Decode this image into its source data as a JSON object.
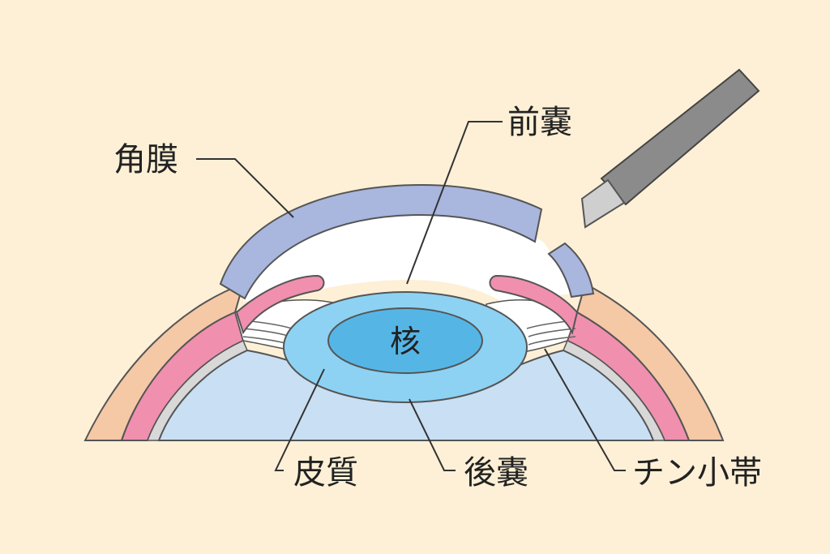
{
  "labels": {
    "cornea": "角膜",
    "anterior_capsule": "前嚢",
    "nucleus": "核",
    "cortex": "皮質",
    "posterior_capsule": "後嚢",
    "zonule": "チン小帯"
  },
  "colors": {
    "background": "#fdf0d6",
    "cornea": "#a9b6de",
    "sclera": "#f5c8a6",
    "iris": "#f08fae",
    "lens_cortex": "#8dd2f3",
    "lens_nucleus": "#55b6e6",
    "vitreous": "#c9dff3",
    "aqueous": "#ffffff",
    "knife_handle": "#8b8b8b",
    "knife_blade": "#cfcfcf",
    "leader": "#333333"
  }
}
